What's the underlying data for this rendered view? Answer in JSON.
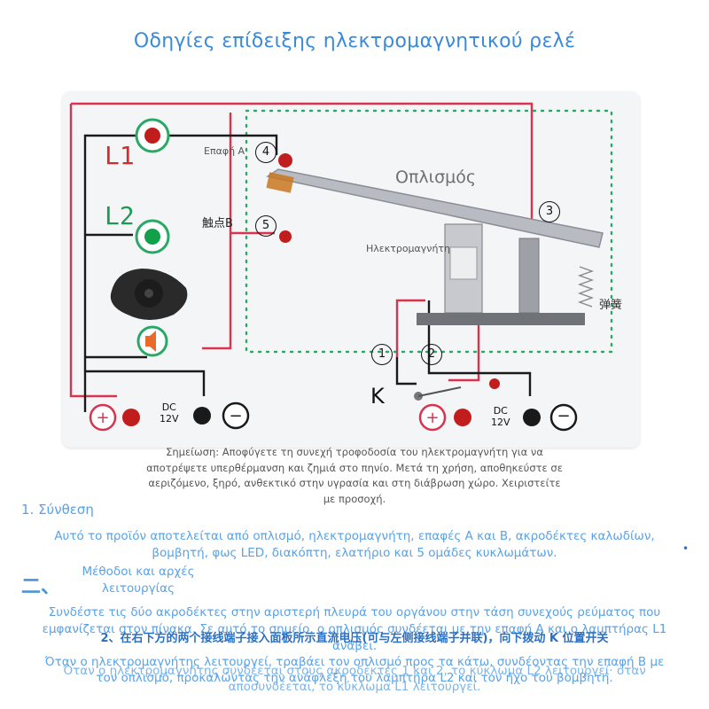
{
  "document": {
    "title": "Οδηγίες επίδειξης ηλεκτρομαγνητικού ρελέ"
  },
  "board": {
    "lamp1_label": "L1",
    "lamp2_label": "L2",
    "contact_a_label": "Επαφή Α",
    "contact_b_label": "触点B",
    "terminal_4": "4",
    "terminal_5": "5",
    "terminal_3": "3",
    "terminal_1": "1",
    "terminal_2": "2",
    "armature_label": "Οπλισμός",
    "electromagnet_label": "Ηλεκτρομαγνήτη",
    "spring_label": "弹簧",
    "switch_label": "K",
    "dc_left": {
      "line1": "DC",
      "line2": "12V"
    },
    "dc_right": {
      "line1": "DC",
      "line2": "12V"
    },
    "plus_symbol": "+",
    "minus_symbol": "−",
    "colors": {
      "wire_red": "#d8344f",
      "wire_black": "#1a1a1a",
      "dotted_green": "#2aa865",
      "lamp1_red": "#c21d1d",
      "lamp2_green": "#12a04a"
    }
  },
  "note": "Σημείωση: Αποφύγετε τη συνεχή τροφοδοσία του ηλεκτρομαγνήτη για να αποτρέψετε υπερθέρμανση και ζημιά στο πηνίο. Μετά τη χρήση, αποθηκεύστε σε αεριζόμενο, ξηρό, ανθεκτικό στην υγρασία και στη διάβρωση χώρο. Χειριστείτε με προσοχή.",
  "sections": {
    "composition_heading": "1. Σύνθεση",
    "composition_text": "Αυτό το προϊόν αποτελείται από οπλισμό, ηλεκτρομαγνήτη, επαφές Α και Β, ακροδέκτες καλωδίων, βομβητή, φως LED, διακόπτη, ελατήριο και 5 ομάδες κυκλωμάτων.",
    "method_number": "二、",
    "method_heading": "Μέθοδοι και αρχές λειτουργίας",
    "step1_text": "Συνδέστε τις δύο ακροδέκτες στην αριστερή πλευρά του οργάνου στην τάση συνεχούς ρεύματος που εμφανίζεται στον πίνακα. Σε αυτό το σημείο, ο οπλισμός συνδέεται με την επαφή Α και ο λαμπτήρας L1 ανάβει.",
    "step2_text": "2、在右下方的两个接线端子接入面板所示直流电压(可与左侧接线端子并联)，向下拨动 K 位置开关",
    "step3_text": "Όταν ο ηλεκτρομαγνήτης λειτουργεί, τραβάει τον οπλισμό προς τα κάτω, συνδέοντας την επαφή Β με τον οπλισμό, προκαλώντας την ανάφλεξη του λαμπτήρα L2 και τον ήχο του βομβητή.",
    "overlay_text": "Όταν ο ηλεκτρομαγνήτης συνδέεται στους ακροδέκτες 1 και 2, το κύκλωμα L2 λειτουργεί· όταν αποσυνδέεται, το κύκλωμα L1 λειτουργεί."
  }
}
